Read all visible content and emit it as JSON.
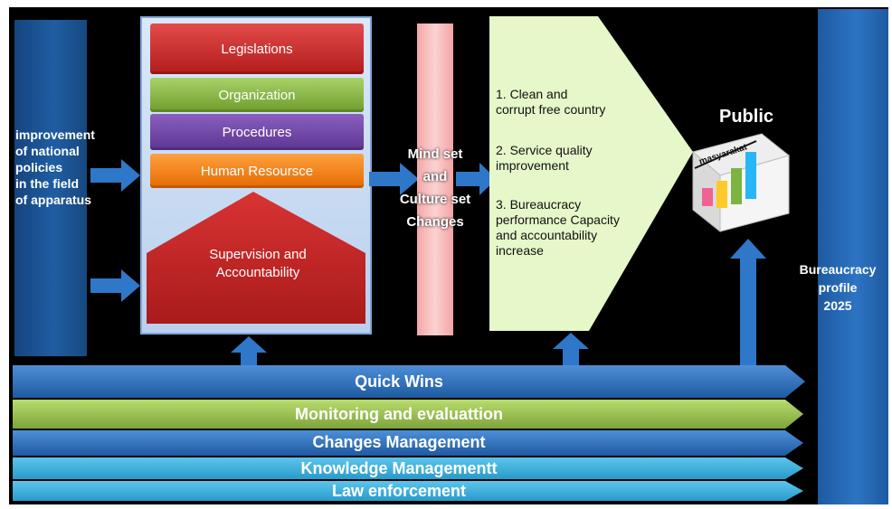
{
  "policy": {
    "text": "improvement\nof national\npolicies\nin the field\nof apparatus"
  },
  "process": {
    "legislations": "Legislations",
    "organization": "Organization",
    "procedures": "Procedures",
    "human_resource": "Human Resoursce",
    "supervision": "Supervision and\nAccountability"
  },
  "mindset": {
    "text": "Mind set\nand\nCulture set\nChanges"
  },
  "outcomes": [
    "1. Clean and\n    corrupt free country",
    "2. Service quality\n    improvement",
    "3. Bureaucracy\n    performance Capacity\n    and accountability\n    increase"
  ],
  "public": {
    "label": "Public",
    "chart_text": "masyarakat"
  },
  "profile": {
    "text": "Bureaucracy\nprofile\n2025"
  },
  "strips": {
    "quick_wins": "Quick Wins",
    "monitoring": "Monitoring and evaluattion",
    "changes": "Changes Management",
    "knowledge": "Knowledge Managementt",
    "law": "Law enforcement"
  },
  "colors": {
    "blue": "#2b6cb5",
    "green": "#9bc24a",
    "light_blue": "#33aedc",
    "red": "#c62828",
    "orange": "#f58220",
    "purple": "#6f43a8",
    "pink": "#f7b9b9",
    "pale_green": "#e6f7c9"
  }
}
